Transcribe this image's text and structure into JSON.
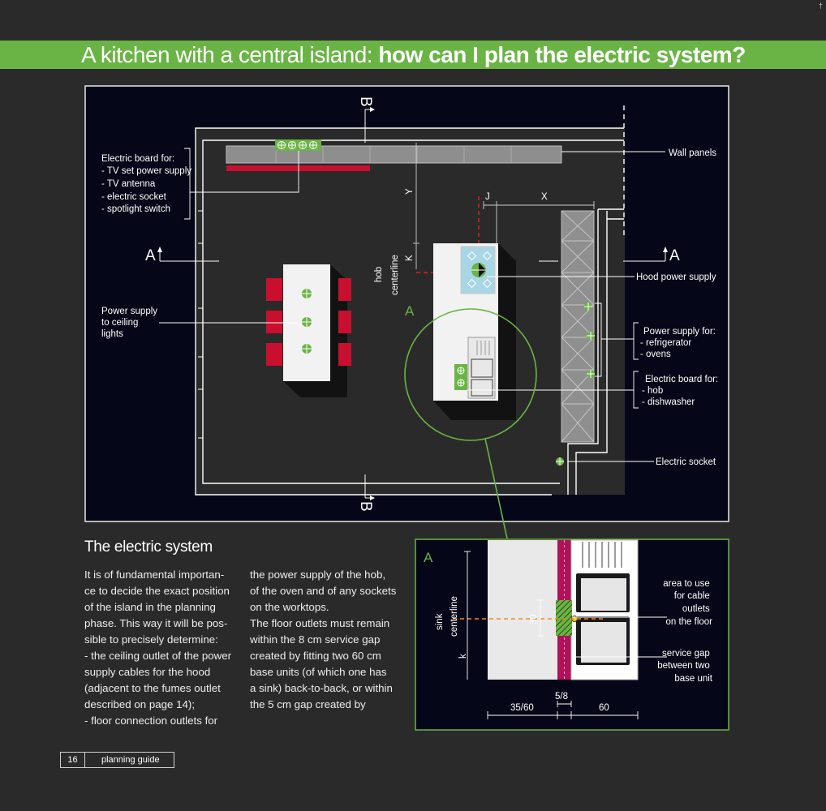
{
  "header": {
    "title_regular": "A kitchen with a central island: ",
    "title_bold": "how can I plan the electric system?"
  },
  "corner_glyph": "†",
  "plan": {
    "section_b_label": "B",
    "section_a_label": "A",
    "label_electric_board_tv": {
      "line1": "Electric board for:",
      "line2": "- TV set power supply",
      "line3": "- TV antenna",
      "line4": "- electric socket",
      "line5": "- spotlight switch"
    },
    "label_power_ceiling": {
      "line1": "Power supply",
      "line2": "to ceiling",
      "line3": "lights"
    },
    "label_wall_panels": "Wall panels",
    "label_hood_power": "Hood power supply",
    "label_power_supply_for": {
      "line1": "Power supply for:",
      "line2": "- refrigerator",
      "line3": "- ovens"
    },
    "label_electric_board_hob": {
      "line1": "Electric board for:",
      "line2": "- hob",
      "line3": "- dishwasher"
    },
    "label_electric_socket": "Electric socket",
    "dim_y": "Y",
    "dim_j": "J",
    "dim_x": "X",
    "dim_k": "K",
    "label_hob_centerline": {
      "line1": "hob",
      "line2": "centerline"
    },
    "detail_marker": "A"
  },
  "detail": {
    "title": "A",
    "label_sink_centerline": {
      "line1": "sink",
      "line2": "centerline"
    },
    "dim_k": "k",
    "dim_30": "30",
    "dim_58": "5/8",
    "dim_3560": "35/60",
    "dim_60": "60",
    "label_area": {
      "line1": "area to use",
      "line2": "for cable",
      "line3": "outlets",
      "line4": "on the floor"
    },
    "label_service_gap": {
      "line1": "service gap",
      "line2": "between two",
      "line3": "base unit"
    }
  },
  "section": {
    "title": "The electric system",
    "col1": [
      "It is of fundamental importan-",
      "ce to decide the exact position",
      "of the island in the planning",
      "phase. This way it will be pos-",
      "sible to precisely determine:",
      "- the ceiling outlet of the power",
      "supply cables for the hood",
      "(adjacent to the fumes outlet",
      "described on page 14);",
      "- floor connection outlets for"
    ],
    "col2": [
      "the power supply of the hob,",
      "of the oven and of any sockets",
      "on the worktops.",
      "The floor outlets must remain",
      "within the 8 cm service gap",
      "created by fitting two 60 cm",
      "base units (of which one has",
      "a sink) back-to-back, or within",
      "the 5 cm gap created by"
    ]
  },
  "footer": {
    "page_number": "16",
    "label": "planning guide"
  },
  "colors": {
    "green": "#6ab445",
    "red": "#c8102e",
    "magenta": "#b0125a",
    "navy": "#050617"
  }
}
